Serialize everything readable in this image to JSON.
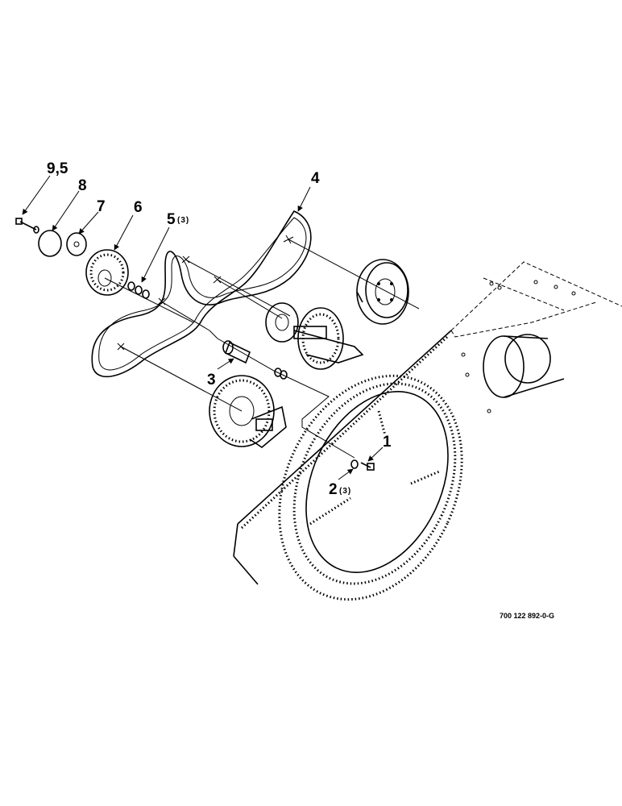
{
  "callouts": {
    "c1": "1",
    "c2": "2",
    "c2_qty": "(3)",
    "c3": "3",
    "c4": "4",
    "c5": "5",
    "c5_qty": "(3)",
    "c6": "6",
    "c7": "7",
    "c8": "8",
    "c9": "9,5"
  },
  "reference_number": "700 122 892-0-G"
}
